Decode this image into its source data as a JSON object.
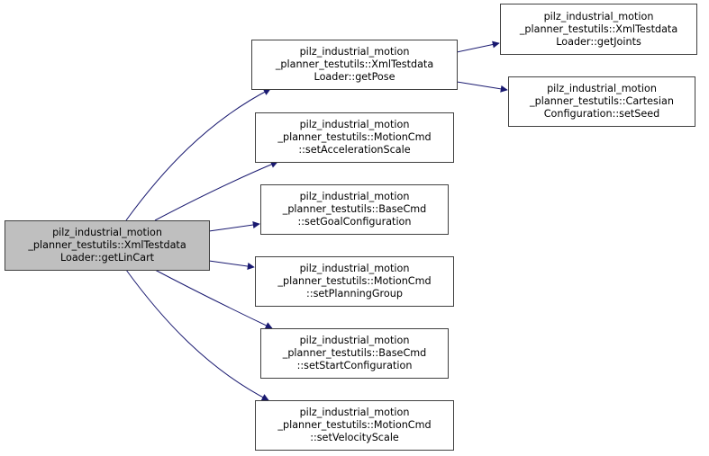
{
  "graph": {
    "edge_color": "#191970",
    "current_fill": "#bfbfbf",
    "nodes": [
      {
        "id": "getLinCart",
        "current": true,
        "lines": [
          "pilz_industrial_motion",
          "_planner_testutils::XmlTestdata",
          "Loader::getLinCart"
        ]
      },
      {
        "id": "getPose",
        "current": false,
        "lines": [
          "pilz_industrial_motion",
          "_planner_testutils::XmlTestdata",
          "Loader::getPose"
        ]
      },
      {
        "id": "getJoints",
        "current": false,
        "lines": [
          "pilz_industrial_motion",
          "_planner_testutils::XmlTestdata",
          "Loader::getJoints"
        ]
      },
      {
        "id": "setSeed",
        "current": false,
        "lines": [
          "pilz_industrial_motion",
          "_planner_testutils::Cartesian",
          "Configuration::setSeed"
        ]
      },
      {
        "id": "setAccelerationScale",
        "current": false,
        "lines": [
          "pilz_industrial_motion",
          "_planner_testutils::MotionCmd",
          "::setAccelerationScale"
        ]
      },
      {
        "id": "setGoalConfiguration",
        "current": false,
        "lines": [
          "pilz_industrial_motion",
          "_planner_testutils::BaseCmd",
          "::setGoalConfiguration"
        ]
      },
      {
        "id": "setPlanningGroup",
        "current": false,
        "lines": [
          "pilz_industrial_motion",
          "_planner_testutils::MotionCmd",
          "::setPlanningGroup"
        ]
      },
      {
        "id": "setStartConfiguration",
        "current": false,
        "lines": [
          "pilz_industrial_motion",
          "_planner_testutils::BaseCmd",
          "::setStartConfiguration"
        ]
      },
      {
        "id": "setVelocityScale",
        "current": false,
        "lines": [
          "pilz_industrial_motion",
          "_planner_testutils::MotionCmd",
          "::setVelocityScale"
        ]
      }
    ],
    "edges": [
      {
        "from": "getLinCart",
        "to": "getPose"
      },
      {
        "from": "getLinCart",
        "to": "setAccelerationScale"
      },
      {
        "from": "getLinCart",
        "to": "setGoalConfiguration"
      },
      {
        "from": "getLinCart",
        "to": "setPlanningGroup"
      },
      {
        "from": "getLinCart",
        "to": "setStartConfiguration"
      },
      {
        "from": "getLinCart",
        "to": "setVelocityScale"
      },
      {
        "from": "getPose",
        "to": "getJoints"
      },
      {
        "from": "getPose",
        "to": "setSeed"
      }
    ]
  }
}
